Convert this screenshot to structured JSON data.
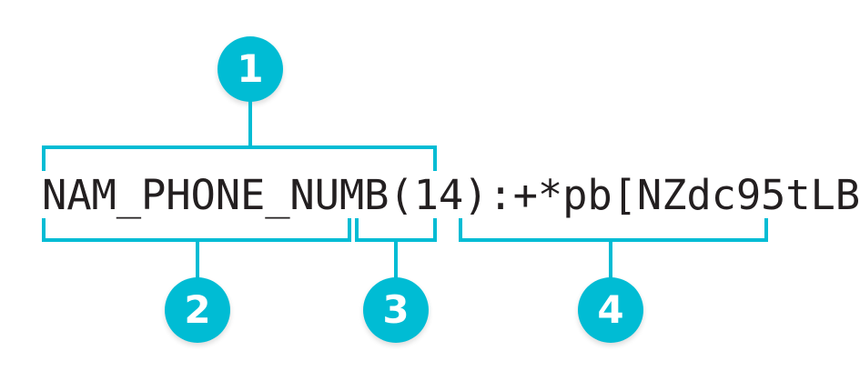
{
  "diagram": {
    "type": "annotated-string-breakdown",
    "accent_color": "#00bcd4",
    "text_color": "#231f20",
    "background_color": "#ffffff",
    "code_string": "NAM_PHONE_NUMB(14):+*pb[NZdc95tLB",
    "annotations": [
      {
        "number": "1",
        "label": "1",
        "covers": "NAM_PHONE_NUMB(14)",
        "position": "above"
      },
      {
        "number": "2",
        "label": "2",
        "covers": "NAM_PHONE_NUMB",
        "position": "below"
      },
      {
        "number": "3",
        "label": "3",
        "covers": "(14)",
        "position": "below"
      },
      {
        "number": "4",
        "label": "4",
        "covers": "+*pb[NZdc95tLB",
        "position": "below"
      }
    ]
  }
}
